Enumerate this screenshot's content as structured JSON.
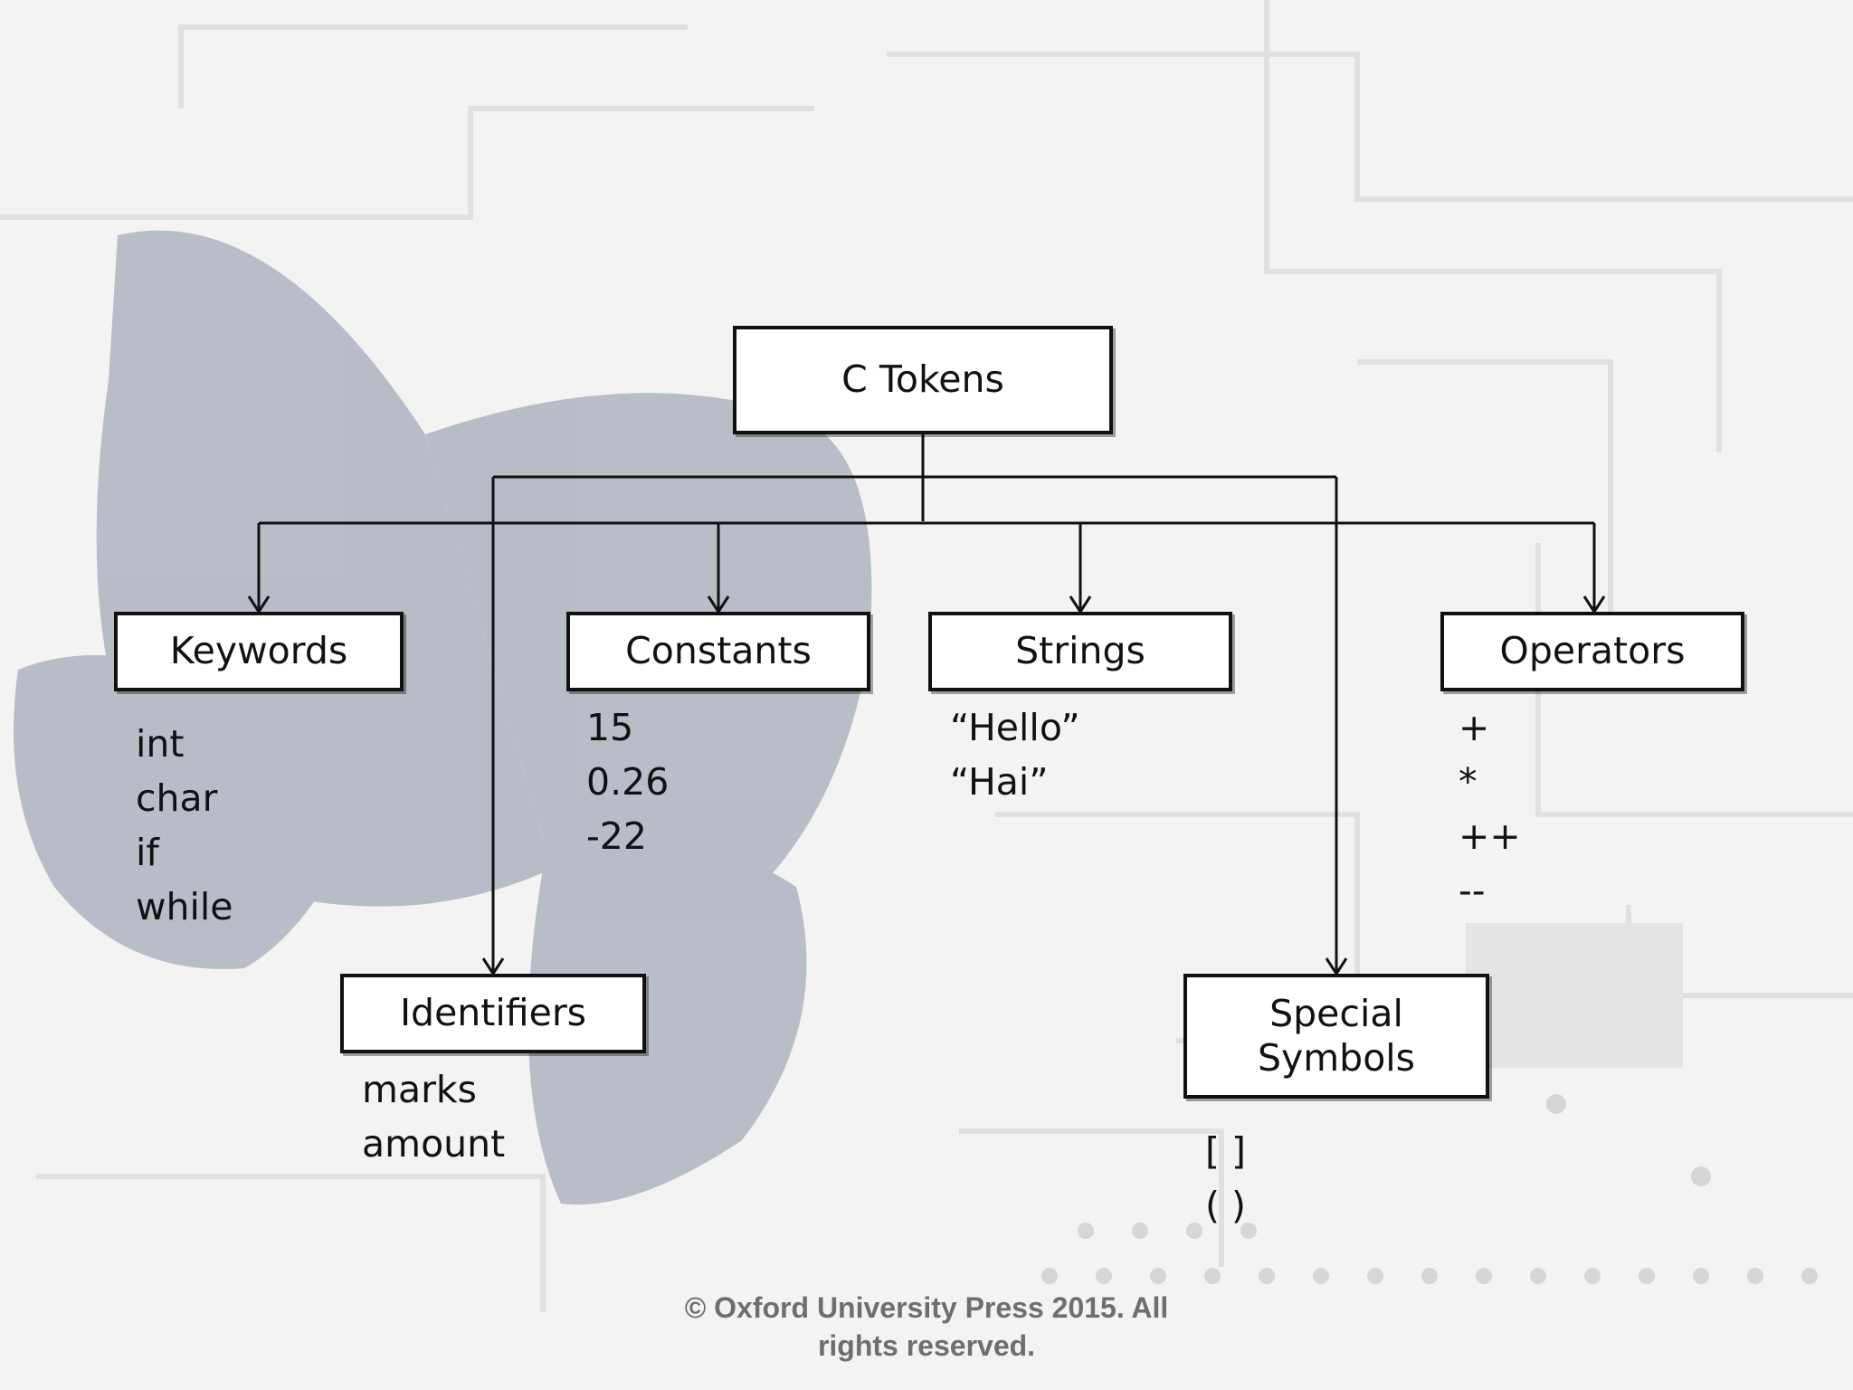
{
  "diagram": {
    "root": {
      "label": "C Tokens"
    },
    "categories": {
      "keywords": {
        "label": "Keywords",
        "examples": [
          "int",
          "char",
          "if",
          "while"
        ]
      },
      "identifiers": {
        "label": "Identifiers",
        "examples": [
          "marks",
          "amount"
        ]
      },
      "constants": {
        "label": "Constants",
        "examples": [
          "15",
          "0.26",
          "-22"
        ]
      },
      "strings": {
        "label": "Strings",
        "examples": [
          "“Hello”",
          "“Hai”"
        ]
      },
      "special": {
        "label_line1": "Special",
        "label_line2": "Symbols",
        "examples": [
          "[ ]",
          "( )"
        ]
      },
      "operators": {
        "label": "Operators",
        "examples": [
          "+",
          "*",
          "++",
          "--"
        ]
      }
    }
  },
  "footer": {
    "line1": "© Oxford University Press 2015. All",
    "line2": "rights reserved."
  },
  "colors": {
    "background": "#f3f3f3",
    "box_border": "#111111",
    "butterfly": "#3d4c6e",
    "footer_text": "#6e6e6e"
  }
}
